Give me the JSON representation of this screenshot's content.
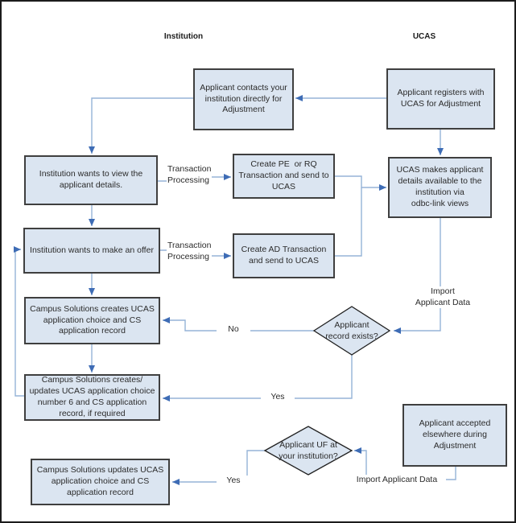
{
  "colors": {
    "node_fill": "#dbe5f1",
    "node_border": "#3f3f3f",
    "diamond_border": "#1f1f1f",
    "line": "#95b3d7",
    "arrow": "#3e6cb5",
    "text": "#2b2b2b"
  },
  "headers": {
    "institution": "Institution",
    "ucas": "UCAS"
  },
  "nodes": {
    "contact": {
      "text": "Applicant contacts your\ninstitution directly for\nAdjustment"
    },
    "register": {
      "text": "Applicant registers with\nUCAS for Adjustment"
    },
    "view": {
      "text": "Institution wants to view the\napplicant details."
    },
    "pe_rq": {
      "text": "Create PE  or RQ\nTransaction and send to\nUCAS"
    },
    "ucas_makes": {
      "text": "UCAS makes applicant\ndetails available to the\ninstitution via\nodbc-link views"
    },
    "offer": {
      "text": "Institution wants to make an offer"
    },
    "ad": {
      "text": "Create AD Transaction\nand send to UCAS"
    },
    "cs_creates": {
      "text": "Campus Solutions creates UCAS\napplication choice and CS\napplication record"
    },
    "record_exists": {
      "text": "Applicant\nrecord exists?"
    },
    "cs_updates6": {
      "text": "Campus Solutions creates/\nupdates UCAS application choice\nnumber 6 and CS application\nrecord, if required"
    },
    "accepted": {
      "text": "Applicant accepted\nelsewhere during\nAdjustment"
    },
    "uf": {
      "text": "Applicant UF at\nyour institution?"
    },
    "cs_updates": {
      "text": "Campus Solutions updates UCAS\napplication choice and CS\napplication record"
    }
  },
  "labels": {
    "transaction_processing_1": "Transaction\nProcessing",
    "transaction_processing_2": "Transaction\nProcessing",
    "no": "No",
    "yes_1": "Yes",
    "yes_2": "Yes",
    "import_applicant_data_1": "Import\nApplicant Data",
    "import_applicant_data_2": "Import Applicant Data"
  }
}
